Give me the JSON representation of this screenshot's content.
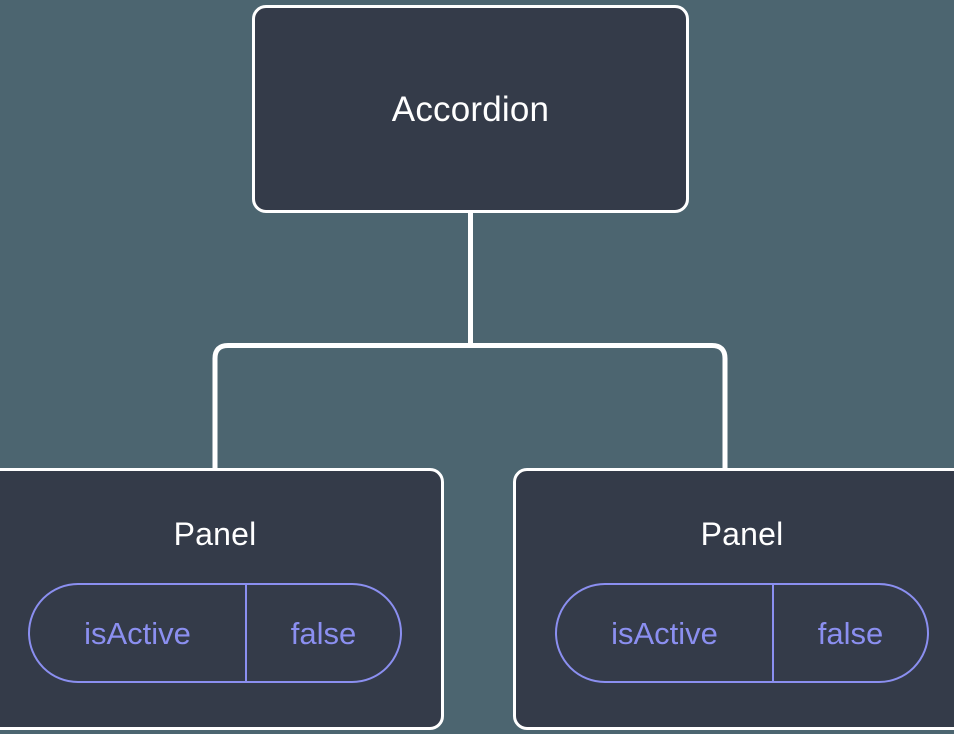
{
  "diagram": {
    "type": "component-tree",
    "background_color": "#4c6570",
    "node_fill_color": "#343b49",
    "node_border_color": "#ffffff",
    "edge_color": "#ffffff",
    "accent_color": "#8b8ff0",
    "root": {
      "label": "Accordion"
    },
    "children": [
      {
        "label": "Panel",
        "state": {
          "key": "isActive",
          "value": "false"
        }
      },
      {
        "label": "Panel",
        "state": {
          "key": "isActive",
          "value": "false"
        }
      }
    ]
  }
}
